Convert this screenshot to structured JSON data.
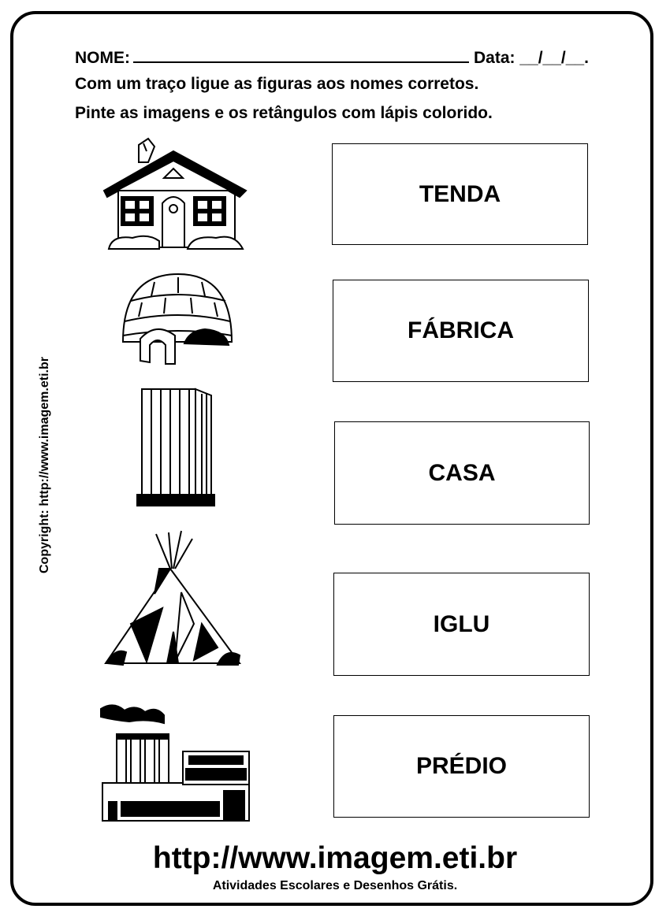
{
  "header": {
    "name_label": "NOME:",
    "date_label": "Data: __/__/__.",
    "instruction_1": "Com um traço ligue as figuras aos nomes corretos.",
    "instruction_2": "Pinte as imagens e os retângulos com lápis colorido."
  },
  "images": [
    {
      "icon": "house-icon"
    },
    {
      "icon": "igloo-icon"
    },
    {
      "icon": "building-icon"
    },
    {
      "icon": "tent-icon"
    },
    {
      "icon": "factory-icon"
    }
  ],
  "words": [
    "TENDA",
    "FÁBRICA",
    "CASA",
    "IGLU",
    "PRÉDIO"
  ],
  "copyright": "Copyright:  http://www.imagem.eti.br",
  "footer": {
    "url": "http://www.imagem.eti.br",
    "tagline": "Atividades Escolares e Desenhos Grátis."
  }
}
